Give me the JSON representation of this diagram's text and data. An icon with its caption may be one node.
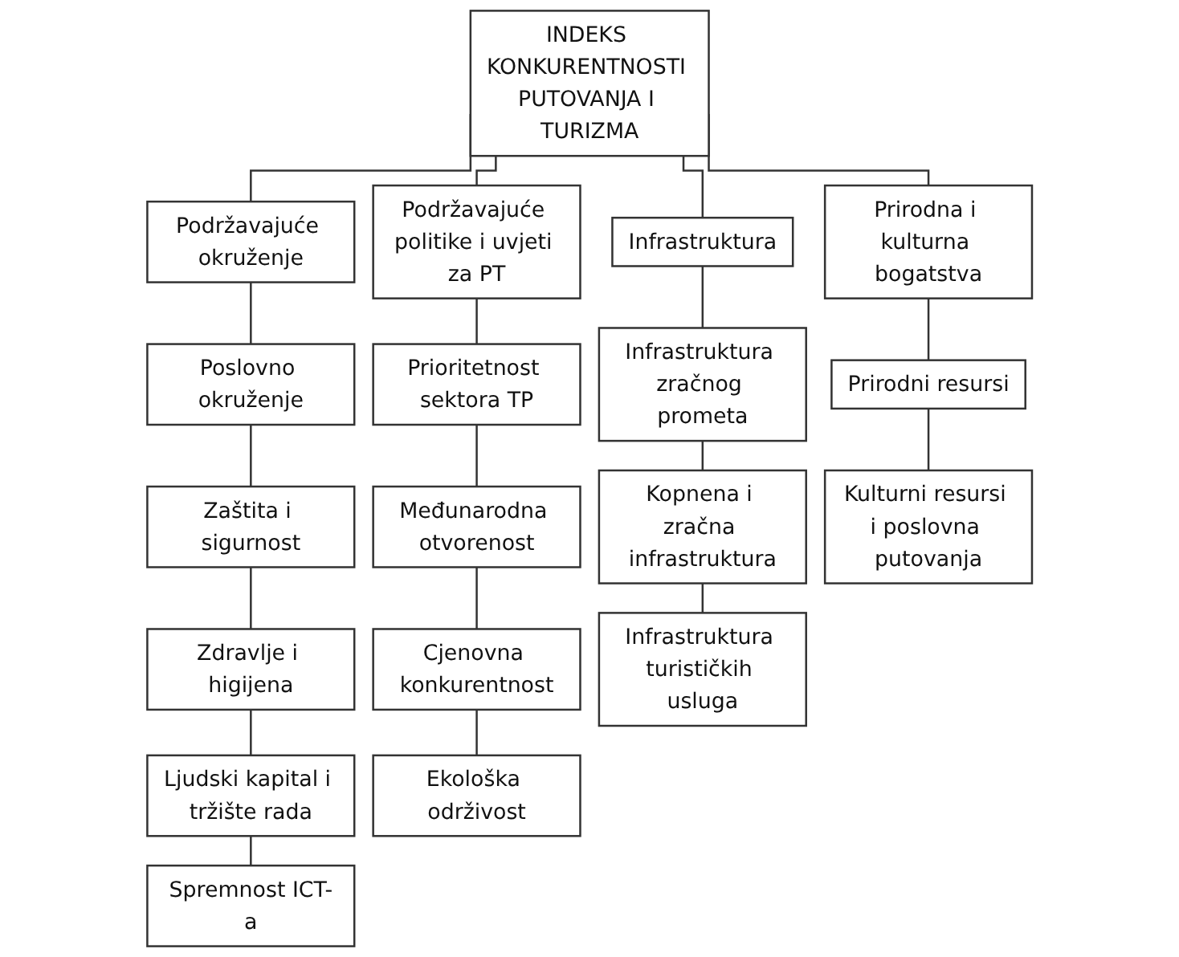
{
  "diagram": {
    "nodes": [
      {
        "text": [
          "INDEKS KONKURENTNOSTI PUTOVANJA I TURIZMA"
        ]
      },
      {
        "text": [
          "Podržavajuće okruženje"
        ]
      },
      {
        "text": [
          "Poslovno okruženje"
        ]
      },
      {
        "text": [
          "Zaštita i sigurnost"
        ]
      },
      {
        "text": [
          "Zdravlje i higijena"
        ]
      },
      {
        "text": [
          "Ljudski kapital i tržište rada"
        ]
      },
      {
        "text": [
          "Spremnost ICT-a"
        ]
      },
      {
        "text": [
          "Podržavajuće politike i uvjeti za PT"
        ]
      },
      {
        "text": [
          "Prioritetnost sektora TP"
        ]
      },
      {
        "text": [
          "Međunarodna otvorenost"
        ]
      },
      {
        "text": [
          "Cjenovna konkurentnost"
        ]
      },
      {
        "text": [
          "Ekološka održivost"
        ]
      },
      {
        "text": [
          "Infrastruktura"
        ]
      },
      {
        "text": [
          "Infrastruktura zračnog prometa"
        ]
      },
      {
        "text": [
          "Kopnena i zračna infrastruktura"
        ]
      },
      {
        "text": [
          "Infrastruktura turističkih usluga"
        ]
      },
      {
        "text": [
          "Prirodna i kulturna bogatstva"
        ]
      },
      {
        "text": [
          "Prirodni resursi"
        ]
      },
      {
        "text": [
          "Kulturni resursi i poslovna putovanja"
        ]
      }
    ],
    "edges": [
      {
        "from": 0,
        "to": 1,
        "arrow": "none"
      },
      {
        "from": 0,
        "to": 7,
        "arrow": "none"
      },
      {
        "from": 0,
        "to": 12,
        "arrow": "none"
      },
      {
        "from": 0,
        "to": 16,
        "arrow": "none"
      },
      {
        "from": 1,
        "to": 2,
        "arrow": "none"
      },
      {
        "from": 2,
        "to": 3,
        "arrow": "none"
      },
      {
        "from": 3,
        "to": 4,
        "arrow": "none"
      },
      {
        "from": 4,
        "to": 5,
        "arrow": "none"
      },
      {
        "from": 5,
        "to": 6,
        "arrow": "none"
      },
      {
        "from": 7,
        "to": 8,
        "arrow": "none"
      },
      {
        "from": 8,
        "to": 9,
        "arrow": "none"
      },
      {
        "from": 9,
        "to": 10,
        "arrow": "none"
      },
      {
        "from": 10,
        "to": 11,
        "arrow": "none"
      },
      {
        "from": 12,
        "to": 13,
        "arrow": "none"
      },
      {
        "from": 13,
        "to": 14,
        "arrow": "none"
      },
      {
        "from": 14,
        "to": 15,
        "arrow": "none"
      },
      {
        "from": 16,
        "to": 17,
        "arrow": "none"
      },
      {
        "from": 17,
        "to": 18,
        "arrow": "none"
      }
    ]
  }
}
